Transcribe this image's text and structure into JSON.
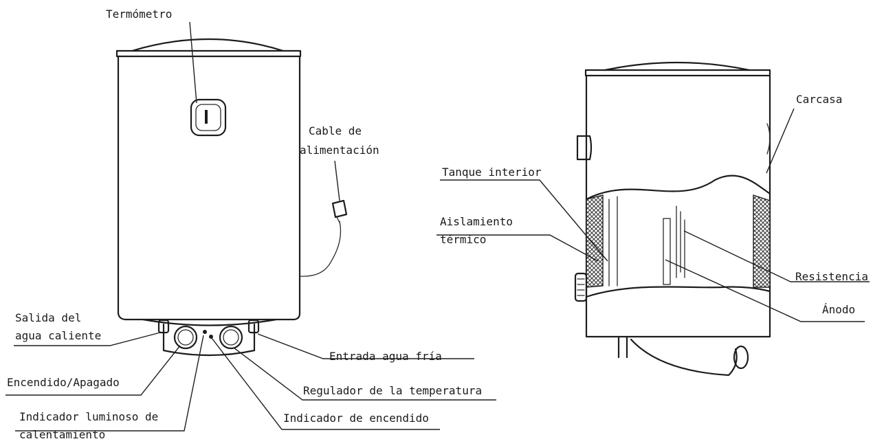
{
  "labels": {
    "termometro": "Termómetro",
    "cable_l1": "Cable de",
    "cable_l2": "alimentación",
    "salida_l1": "Salida del",
    "salida_l2": "agua caliente",
    "encendido_apagado": "Encendido/Apagado",
    "indicador_lum_l1": "Indicador luminoso de",
    "indicador_lum_l2": "calentamiento",
    "entrada": "Entrada agua fría",
    "regulador": "Regulador de la temperatura",
    "indicador_enc": "Indicador de encendido",
    "tanque": "Tanque interior",
    "aislamiento_l1": "Aislamiento",
    "aislamiento_l2": "térmico",
    "carcasa": "Carcasa",
    "resistencia": "Resistencia",
    "anodo": "Ánodo"
  },
  "colors": {
    "line": "#1c1c1c",
    "text": "#1a1a1a",
    "background": "#ffffff"
  }
}
